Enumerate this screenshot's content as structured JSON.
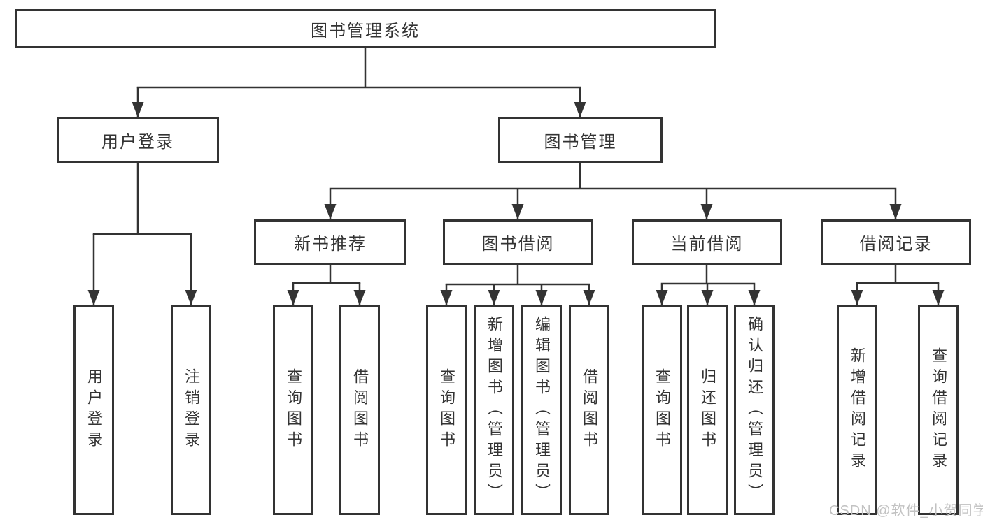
{
  "diagram": {
    "root": {
      "label": "图书管理系统"
    },
    "branches": [
      {
        "label": "用户登录",
        "children": [
          {
            "label": "用户登录"
          },
          {
            "label": "注销登录"
          }
        ]
      },
      {
        "label": "图书管理",
        "children": [
          {
            "label": "新书推荐",
            "children": [
              {
                "label": "查询图书"
              },
              {
                "label": "借阅图书"
              }
            ]
          },
          {
            "label": "图书借阅",
            "children": [
              {
                "label": "查询图书"
              },
              {
                "label": "新增图书（管理员）"
              },
              {
                "label": "编辑图书（管理员）"
              },
              {
                "label": "借阅图书"
              }
            ]
          },
          {
            "label": "当前借阅",
            "children": [
              {
                "label": "查询图书"
              },
              {
                "label": "归还图书"
              },
              {
                "label": "确认归还（管理员）"
              }
            ]
          },
          {
            "label": "借阅记录",
            "children": [
              {
                "label": "新增借阅记录"
              },
              {
                "label": "查询借阅记录"
              }
            ]
          }
        ]
      }
    ]
  },
  "watermark": {
    "text": "CSDN @软件_小贺同学"
  },
  "colors": {
    "line": "#333333",
    "text": "#333333",
    "background": "#ffffff",
    "watermark": "#c2c2c2"
  }
}
